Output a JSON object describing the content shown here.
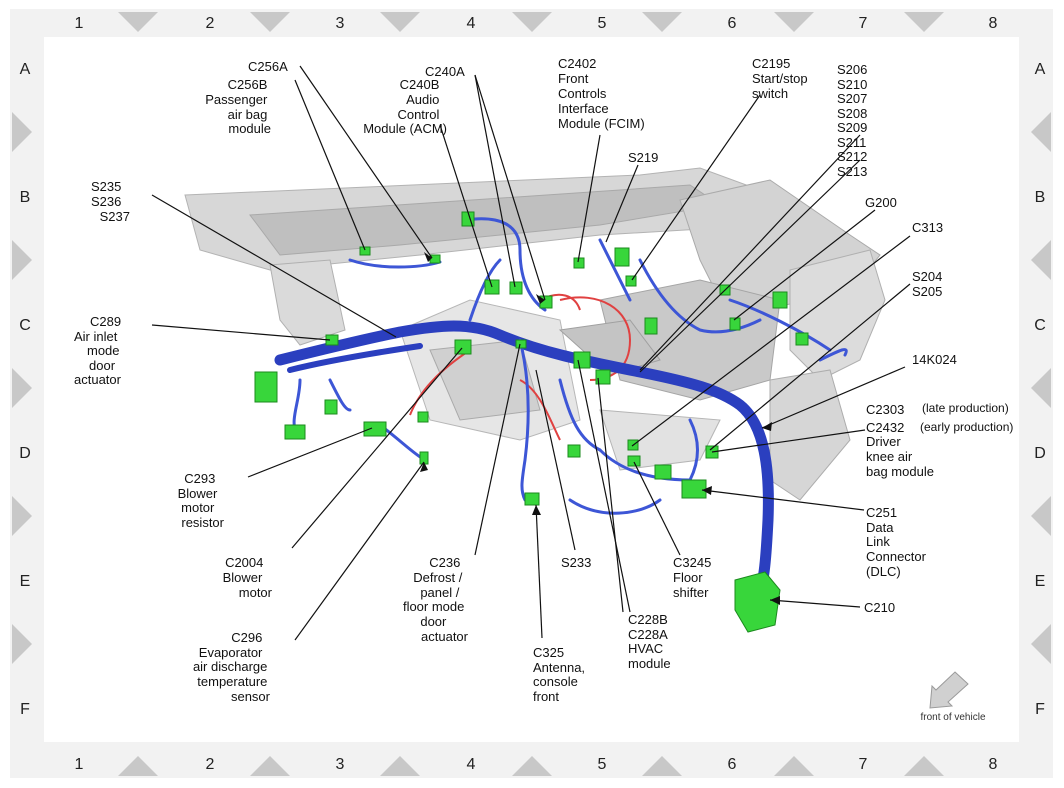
{
  "grid": {
    "columns": [
      "1",
      "2",
      "3",
      "4",
      "5",
      "6",
      "7",
      "8"
    ],
    "rows": [
      "A",
      "B",
      "C",
      "D",
      "E",
      "F"
    ]
  },
  "callouts": {
    "c256a": "C256A",
    "c256b": [
      "C256B",
      "Passenger",
      "air bag",
      "module"
    ],
    "c240a": "C240A",
    "c240b": [
      "C240B",
      "Audio",
      "Control",
      "Module (ACM)"
    ],
    "c2402": [
      "C2402",
      "Front",
      "Controls",
      "Interface",
      "Module (FCIM)"
    ],
    "c2195": [
      "C2195",
      "Start/stop",
      "switch"
    ],
    "splices_top": [
      "S206",
      "S210",
      "S207",
      "S208",
      "S209",
      "S211",
      "S212",
      "S213"
    ],
    "s219": "S219",
    "s235": [
      "S235",
      "S236",
      "S237"
    ],
    "g200": "G200",
    "c313": "C313",
    "s204": [
      "S204",
      "S205"
    ],
    "c289": [
      "C289",
      "Air inlet",
      "mode",
      "door",
      "actuator"
    ],
    "k024": "14K024",
    "c2303": "C2303",
    "c2303_note": "(late production)",
    "c2432": [
      "C2432",
      "Driver",
      "knee air",
      "bag module"
    ],
    "c2432_note": "(early production)",
    "c293": [
      "C293",
      "Blower",
      "motor",
      "resistor"
    ],
    "c251": [
      "C251",
      "Data",
      "Link",
      "Connector",
      "(DLC)"
    ],
    "c2004": [
      "C2004",
      "Blower",
      "motor"
    ],
    "c236": [
      "C236",
      "Defrost /",
      "panel /",
      "floor mode",
      "door",
      "actuator"
    ],
    "s233": "S233",
    "c3245": [
      "C3245",
      "Floor",
      "shifter"
    ],
    "c228": [
      "C228B",
      "C228A",
      "HVAC",
      "module"
    ],
    "c210": "C210",
    "c296": [
      "C296",
      "Evaporator",
      "air discharge",
      "temperature",
      "sensor"
    ],
    "c325": [
      "C325",
      "Antenna,",
      "console",
      "front"
    ]
  },
  "front_of_vehicle": "front of vehicle",
  "colors": {
    "harness": "#2b3fbf",
    "connector": "#38d63b",
    "vacuum_line": "#e04141",
    "panel": "#cfcfcf"
  }
}
